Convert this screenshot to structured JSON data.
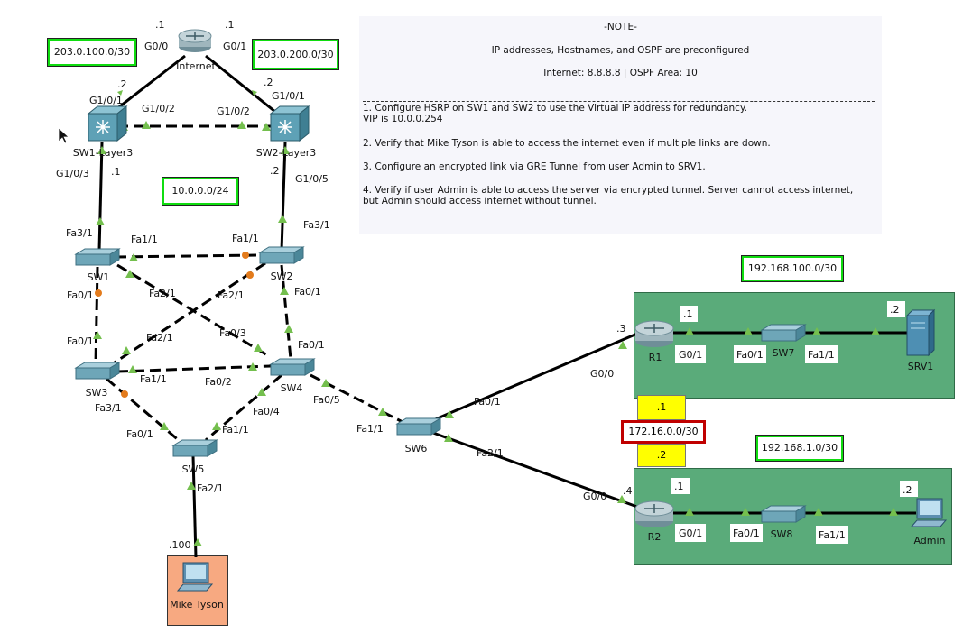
{
  "note": {
    "title": "-NOTE-",
    "preconfig": "IP addresses, Hostnames, and OSPF are preconfigured",
    "internet_info": "Internet: 8.8.8.8 | OSPF Area: 10",
    "step1a": "1. Configure HSRP on SW1 and SW2 to use the Virtual IP address for redundancy.",
    "step1b": "VIP is 10.0.0.254",
    "step2": "2. Verify that Mike Tyson is able to access the internet even if multiple links are down.",
    "step3": "3. Configure an encrypted link via GRE Tunnel from user Admin to SRV1.",
    "step4a": "4. Verify if user Admin is able to access the server via encrypted tunnel. Server cannot access internet,",
    "step4b": "but Admin should access internet without tunnel."
  },
  "subnets": {
    "wan1": "203.0.100.0/30",
    "wan2": "203.0.200.0/30",
    "lan": "10.0.0.0/24",
    "srv_net": "192.168.100.0/30",
    "admin_net": "192.168.1.0/30",
    "r1_r2": "172.16.0.0/30",
    "r1_r2_a": ".1",
    "r1_r2_b": ".2"
  },
  "devices": {
    "internet": "Internet",
    "sw1l3": "SW1-Layer3",
    "sw2l3": "SW2-Layer3",
    "sw1": "SW1",
    "sw2": "SW2",
    "sw3": "SW3",
    "sw4": "SW4",
    "sw5": "SW5",
    "sw6": "SW6",
    "sw7": "SW7",
    "sw8": "SW8",
    "r1": "R1",
    "r2": "R2",
    "srv1": "SRV1",
    "admin": "Admin",
    "mike": "Mike Tyson"
  },
  "ports": {
    "inet_g00": "G0/0",
    "inet_g01": "G0/1",
    "inet_ip1": ".1",
    "inet_ip2": ".1",
    "l3a_g101": "G1/0/1",
    "l3a_ip": ".2",
    "l3a_g102": "G1/0/2",
    "l3a_g103": "G1/0/3",
    "l3a_ip_down": ".1",
    "l3b_g101": "G1/0/1",
    "l3b_ip": ".2",
    "l3b_g102": "G1/0/2",
    "l3b_g105": "G1/0/5",
    "l3b_ip_down": ".2",
    "sw1_fa31": "Fa3/1",
    "sw1_fa11": "Fa1/1",
    "sw1_fa21": "Fa2/1",
    "sw1_fa01": "Fa0/1",
    "sw2_fa31": "Fa3/1",
    "sw2_fa11": "Fa1/1",
    "sw2_fa21": "Fa2/1",
    "sw2_fa01": "Fa0/1",
    "sw3_fa01": "Fa0/1",
    "sw3_fa21": "Fa2/1",
    "sw3_fa11": "Fa1/1",
    "sw3_fa31": "Fa3/1",
    "sw4_fa03": "Fa0/3",
    "sw4_fa01": "Fa0/1",
    "sw4_fa02": "Fa0/2",
    "sw4_fa04": "Fa0/4",
    "sw4_fa05": "Fa0/5",
    "sw5_fa01": "Fa0/1",
    "sw5_fa11": "Fa1/1",
    "sw5_fa21": "Fa2/1",
    "sw6_fa11": "Fa1/1",
    "sw6_fa01": "Fa0/1",
    "sw6_fa21": "Fa2/1",
    "mike_ip": ".100",
    "r1_ip": ".3",
    "r1_g00": "G0/0",
    "r1_g01": "G0/1",
    "r1_in": ".1",
    "sw7_fa01": "Fa0/1",
    "sw7_fa11": "Fa1/1",
    "srv_ip": ".2",
    "r2_ip": ".4",
    "r2_g00": "G0/0",
    "r2_g01": "G0/1",
    "r2_in": ".1",
    "sw8_fa01": "Fa0/1",
    "sw8_fa11": "Fa1/1",
    "admin_ip": ".2"
  },
  "colors": {
    "subnet_border": "#10dd10",
    "area_fill": "#5aab7a",
    "link_up": "#74bf4e",
    "link_block": "#e37b1c",
    "tunnel_border": "#c00000",
    "highlight": "#ffff00",
    "pc_fill": "#f7a981"
  }
}
